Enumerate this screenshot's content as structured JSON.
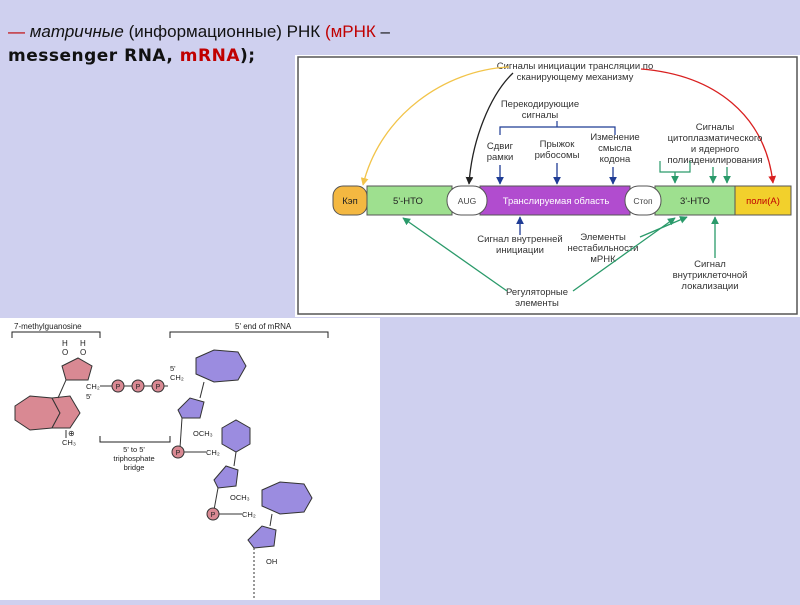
{
  "heading": {
    "dash": "—",
    "term": "матричные",
    "paren": "(информационные) РНК",
    "abbr_open": "(",
    "abbr": "мРНК",
    "abbr_dash": " –",
    "eng": "messenger RNA, ",
    "eng_abbr": "mRNA",
    "eng_close": ");"
  },
  "diagram": {
    "top_signals": [
      "Сигналы инициации трансляции по",
      "сканирующему механизму"
    ],
    "recoding": [
      "Перекодирующие",
      "сигналы"
    ],
    "shift": [
      "Сдвиг",
      "рамки"
    ],
    "jump": [
      "Прыжок",
      "рибосомы"
    ],
    "change": [
      "Изменение",
      "смысла",
      "кодона"
    ],
    "polyA_signals": [
      "Сигналы",
      "цитоплазматического",
      "и ядерного",
      "полиаденилирования"
    ],
    "segments": {
      "cap": "Кэп",
      "utr5": "5'-НТО",
      "aug": "AUG",
      "translated": "Транслируемая область",
      "stop": "Стоп",
      "utr3": "3'-НТО",
      "polyA": "поли(А)"
    },
    "internal_init": [
      "Сигнал внутренней",
      "инициации"
    ],
    "instability": [
      "Элементы",
      "нестабильности",
      "мРНК"
    ],
    "localization": [
      "Сигнал",
      "внутриклеточной",
      "локализации"
    ],
    "regulatory": [
      "Регуляторные",
      "элементы"
    ],
    "colors": {
      "cap": "#f4b841",
      "utr": "#9ee08f",
      "coding": "#b14ccf",
      "polyA": "#f2d02c",
      "green_arrow": "#2a9a6a",
      "blue_arrow": "#1f3c95",
      "red_arrow": "#d92020"
    }
  },
  "structure": {
    "methylguanosine": "7-methylguanosine",
    "five_end": "5' end of mRNA",
    "h1": "H",
    "h2": "H",
    "o1": "O",
    "o2": "O",
    "ch2": "CH₂",
    "five": "5'",
    "p": "P",
    "och3": "OCH₃",
    "ch3": "CH₃",
    "oh": "OH",
    "plus": "⊕",
    "bridge": [
      "5' to 5'",
      "triphosphate",
      "bridge"
    ]
  }
}
